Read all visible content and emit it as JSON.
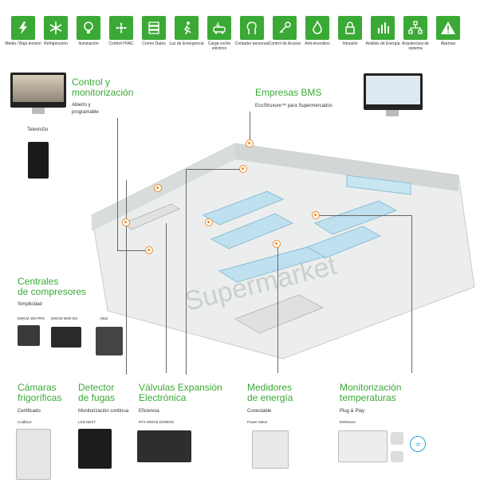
{
  "categories": [
    {
      "label": "Media / Baja tensión",
      "icon": "lightning-icon"
    },
    {
      "label": "Refrigeración",
      "icon": "snowflake-icon"
    },
    {
      "label": "Iluminación",
      "icon": "lightbulb-icon"
    },
    {
      "label": "Confort HVAC",
      "icon": "fan-icon"
    },
    {
      "label": "Centro Datos",
      "icon": "server-icon"
    },
    {
      "label": "Luz de Emergencia",
      "icon": "emergency-exit-icon"
    },
    {
      "label": "Carga coche eléctrico",
      "icon": "ev-charge-icon"
    },
    {
      "label": "Contador personas",
      "icon": "person-counter-icon"
    },
    {
      "label": "Control de Acceso",
      "icon": "key-icon"
    },
    {
      "label": "Anti-incendios",
      "icon": "fire-icon"
    },
    {
      "label": "Intrusión",
      "icon": "lock-icon"
    },
    {
      "label": "Análisis de Energía",
      "icon": "bar-chart-icon"
    },
    {
      "label": "Arquitectura de sistema",
      "icon": "network-icon"
    },
    {
      "label": "Alarmas",
      "icon": "warning-icon"
    }
  ],
  "sections": {
    "control": {
      "title_1": "Control y",
      "title_2": "monitorización",
      "sub_1": "Abierto y",
      "sub_2": "programable",
      "device": "TelevisGo"
    },
    "bms": {
      "title": "Empresas BMS",
      "sub": "EcoStruxure™ para Supermercados"
    },
    "centrales": {
      "title_1": "Centrales",
      "title_2": "de compresores",
      "sub": "Simplicidad",
      "dev1": "EWCM 400 PRO",
      "dev2": "EWCM 9000 EO",
      "dev3": "Altair"
    },
    "camaras": {
      "title_1": "Cámaras",
      "title_2": "frigoríficas",
      "sub": "Certificado",
      "device": "Coldface"
    },
    "fugas": {
      "title_1": "Detector",
      "title_2": "de fugas",
      "sub": "Monitorización continua",
      "device": "LKD NEXT"
    },
    "valvulas": {
      "title_1": "Válvulas Expansión",
      "title_2": "Electrónica",
      "sub": "Eficiencia",
      "device": "RTX 600/V5 DOMINO"
    },
    "medidores": {
      "title_1": "Medidores",
      "title_2": "de energía",
      "sub": "Conectable",
      "device": "Power Meter"
    },
    "temperaturas": {
      "title_1": "Monitorización",
      "title_2": "temperaturas",
      "sub": "Plug & Play",
      "device": "EWSense"
    }
  },
  "watermark": "Supermarket",
  "colors": {
    "green": "#3aa935",
    "orange": "#f08a24",
    "line": "#666666"
  }
}
